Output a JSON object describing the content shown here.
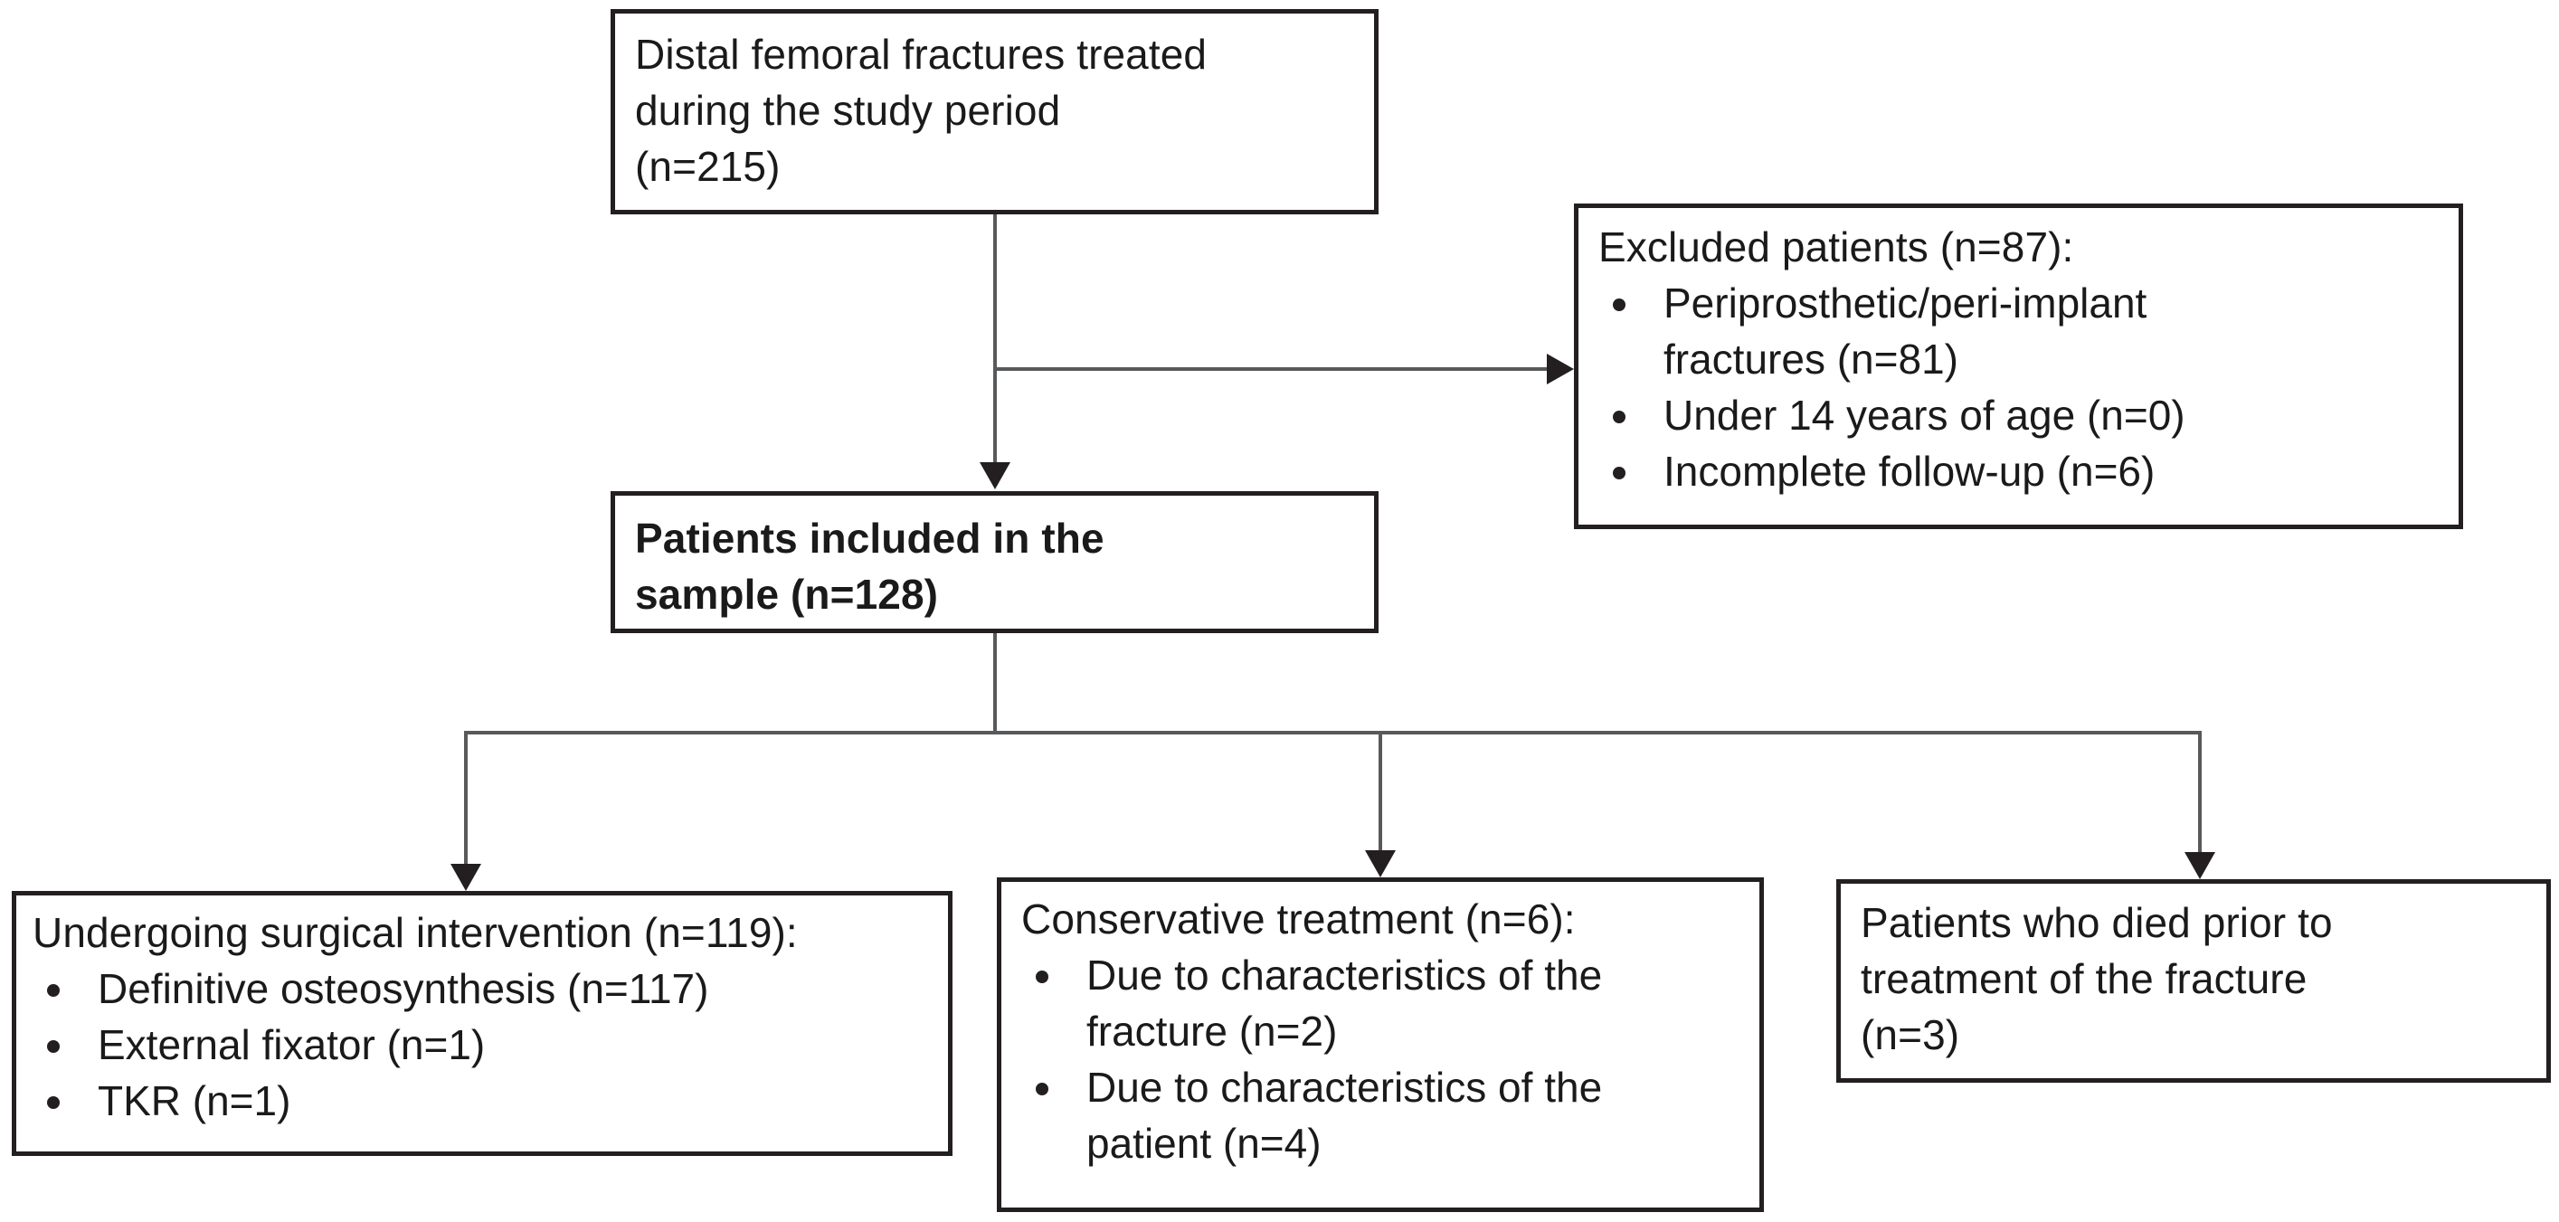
{
  "diagram": {
    "type": "patient-flow-chart",
    "nodes": {
      "screened": {
        "lines": [
          "Distal femoral fractures treated",
          "during the study period",
          "(n=215)"
        ]
      },
      "excluded": {
        "header": "Excluded patients (n=87):",
        "bullets": [
          "Periprosthetic/peri-implant\nfractures (n=81)",
          "Under 14 years of age (n=0)",
          "Incomplete follow-up (n=6)"
        ]
      },
      "included": {
        "lines": [
          "Patients included in the",
          "sample (n=128)"
        ]
      },
      "surgical": {
        "header": "Undergoing surgical intervention (n=119):",
        "bullets": [
          "Definitive osteosynthesis (n=117)",
          "External fixator (n=1)",
          "TKR (n=1)"
        ]
      },
      "conservative": {
        "header": "Conservative treatment (n=6):",
        "bullets": [
          "Due to characteristics of the\nfracture (n=2)",
          "Due to characteristics of the\npatient (n=4)"
        ]
      },
      "died": {
        "lines": [
          "Patients who died prior to",
          "treatment of the fracture",
          "(n=3)"
        ]
      }
    },
    "colors": {
      "border": "#231f20",
      "connector": "#58595b",
      "text": "#1a1a1a",
      "background": "#ffffff"
    }
  }
}
